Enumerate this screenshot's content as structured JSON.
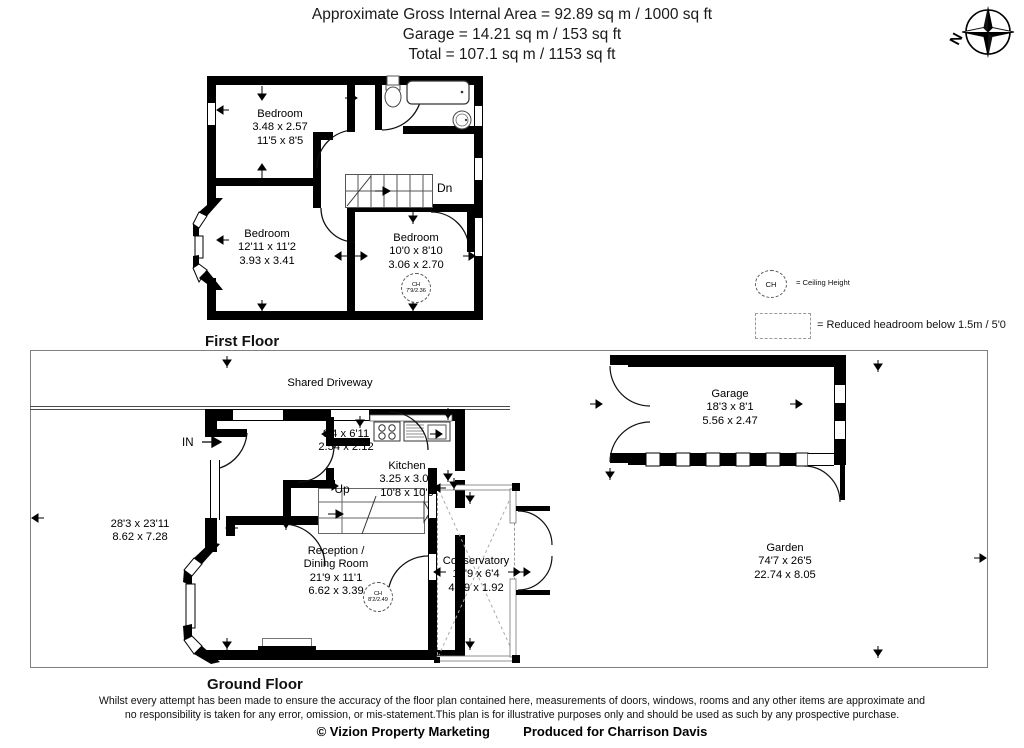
{
  "header": {
    "line1": "Approximate Gross Internal Area = 92.89 sq m / 1000 sq ft",
    "line2": "Garage = 14.21 sq m / 153 sq ft",
    "line3": "Total = 107.1 sq m / 1153 sq ft"
  },
  "compass": {
    "north_label": "N",
    "icon": "compass-rose-icon"
  },
  "floors": [
    {
      "id": "first",
      "caption": "First Floor"
    },
    {
      "id": "ground",
      "caption": "Ground Floor"
    }
  ],
  "first_floor": {
    "rooms": [
      {
        "name": "bedroom-1",
        "label": "Bedroom",
        "imperial": "3.48 x 2.57",
        "metric": "11'5 x 8'5"
      },
      {
        "name": "bedroom-2",
        "label": "Bedroom",
        "imperial": "12'11 x 11'2",
        "metric": "3.93 x 3.41"
      },
      {
        "name": "bedroom-3",
        "label": "Bedroom",
        "imperial": "10'0 x 8'10",
        "metric": "3.06 x 2.70"
      }
    ],
    "stair_label": "Dn",
    "ceiling_height": {
      "tag": "CH",
      "value": "7'9/2.36"
    }
  },
  "ground_floor": {
    "driveway_label": "Shared Driveway",
    "entrance_label": "IN",
    "stair_label": "Up",
    "plot": {
      "imperial": "28'3 x 23'11",
      "metric": "8.62 x 7.28"
    },
    "rooms": [
      {
        "name": "utility",
        "label": "",
        "imperial": "8'4 x 6'11",
        "metric": "2.54 x 2.12"
      },
      {
        "name": "kitchen",
        "label": "Kitchen",
        "imperial": "3.25 x 3.04",
        "metric": "10'8 x 10'0"
      },
      {
        "name": "reception-dining",
        "label": "Reception /",
        "label2": "Dining Room",
        "imperial": "21'9 x 11'1",
        "metric": "6.62 x 3.39"
      },
      {
        "name": "conservatory",
        "label": "Conservatory",
        "imperial": "13'9 x 6'4",
        "metric": "4.19 x 1.92"
      },
      {
        "name": "garage",
        "label": "Garage",
        "imperial": "18'3 x 8'1",
        "metric": "5.56 x 2.47"
      },
      {
        "name": "garden",
        "label": "Garden",
        "imperial": "74'7 x 26'5",
        "metric": "22.74 x 8.05"
      }
    ],
    "ceiling_height": {
      "tag": "CH",
      "value": "8'2/2.49"
    }
  },
  "legend": {
    "ch_tag": "CH",
    "ch_text": "= Ceiling Height",
    "headroom_text": "= Reduced headroom below 1.5m / 5'0"
  },
  "footer": {
    "disclaimer_line1": "Whilst every attempt has been made to ensure the accuracy of the floor plan contained here, measurements of doors, windows, rooms and any other items are approximate and",
    "disclaimer_line2": "no responsibility is taken for any error, omission, or mis-statement.This plan is for illustrative purposes only and should be used as such by any prospective purchase.",
    "copyright": "© Vizion Property Marketing",
    "produced_for": "Produced for Charrison Davis"
  }
}
